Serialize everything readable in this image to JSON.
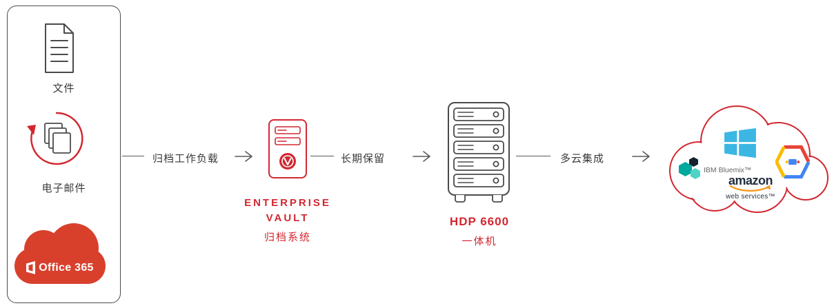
{
  "colors": {
    "accent_red": "#d22730",
    "office_red": "#d8402c",
    "line_gray": "#58595b",
    "aws_orange": "#f7981d",
    "azure_blue": "#3cb6e3",
    "ibm_teal": "#00a89d",
    "google_red": "#ea4335",
    "google_yellow": "#fbbc05",
    "google_blue": "#4285f4"
  },
  "sources": {
    "file_label": "文件",
    "email_label": "电子邮件",
    "office_label": "Office 365"
  },
  "connectors": {
    "archive_workload": "归档工作负载",
    "long_term_retention": "长期保留",
    "multicloud_integration": "多云集成"
  },
  "enterprise_vault": {
    "name_line1": "ENTERPRISE",
    "name_line2": "VAULT",
    "subtitle": "归档系统"
  },
  "hdp_appliance": {
    "name": "HDP 6600",
    "subtitle": "一体机"
  },
  "cloud_providers": {
    "ibm_label": "IBM Bluemix™",
    "aws_line1": "amazon",
    "aws_line2": "web services™"
  }
}
